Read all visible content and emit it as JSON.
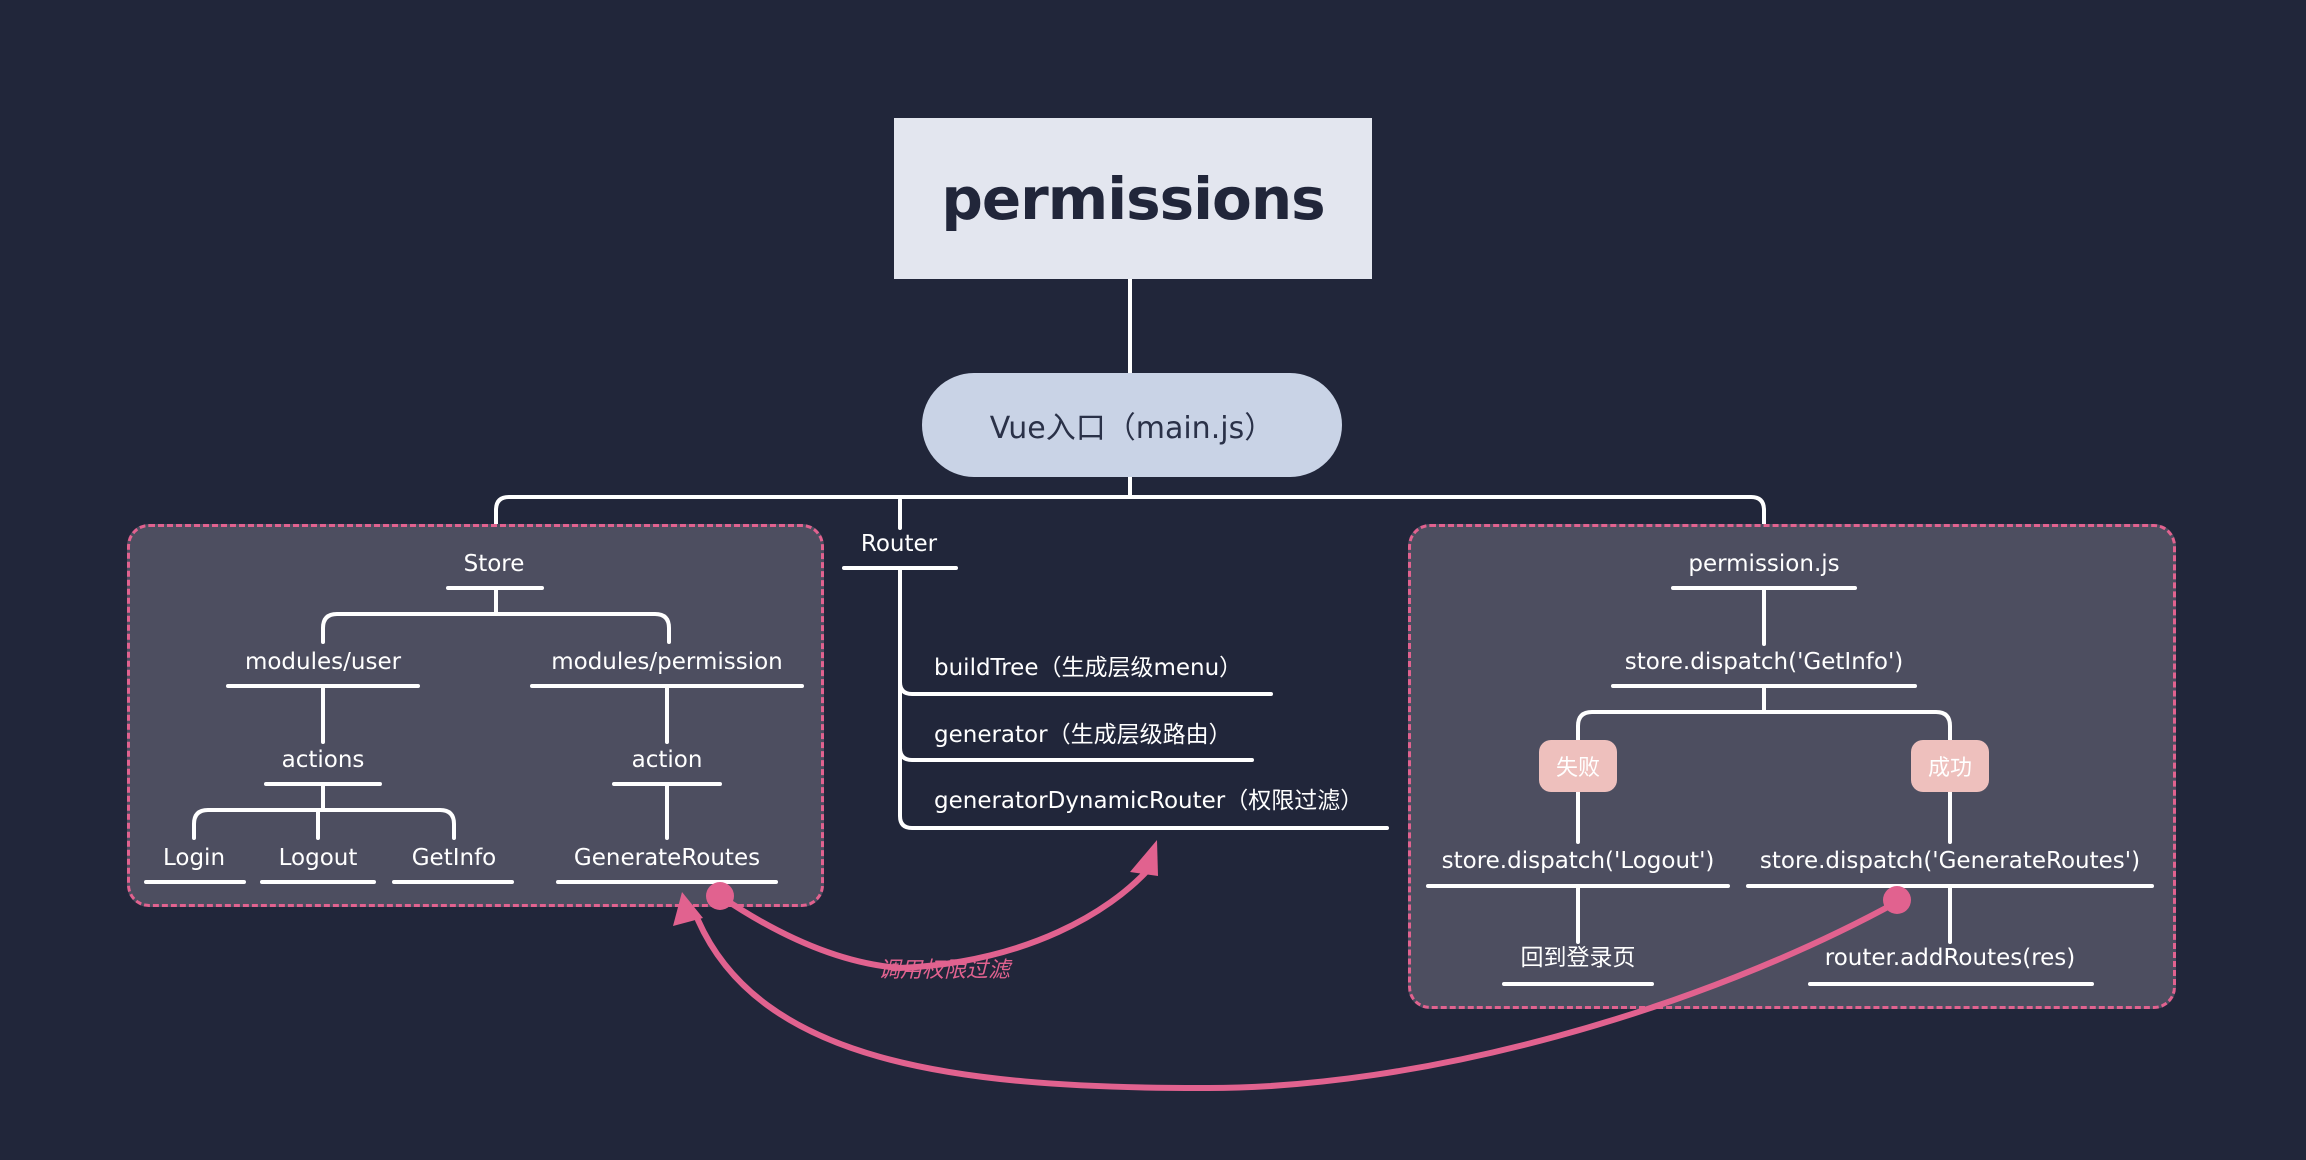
{
  "title": "permissions",
  "entry": "Vue入口（main.js）",
  "store": {
    "label": "Store",
    "user_module": "modules/user",
    "user_actions": "actions",
    "user_action_items": [
      "Login",
      "Logout",
      "GetInfo"
    ],
    "permission_module": "modules/permission",
    "permission_action": "action",
    "permission_action_item": "GenerateRoutes"
  },
  "router": {
    "label": "Router",
    "items": [
      "buildTree（生成层级menu）",
      "generator（生成层级路由）",
      "generatorDynamicRouter（权限过滤）"
    ]
  },
  "permission_js": {
    "label": "permission.js",
    "dispatch_getinfo": "store.dispatch('GetInfo')",
    "fail_badge": "失败",
    "success_badge": "成功",
    "dispatch_logout": "store.dispatch('Logout')",
    "dispatch_generate": "store.dispatch('GenerateRoutes')",
    "back_to_login": "回到登录页",
    "add_routes": "router.addRoutes(res)"
  },
  "call_label": "调用权限过滤",
  "colors": {
    "background": "#21263a",
    "root_box": "#e3e6ef",
    "entry_pill": "#c9d3e6",
    "group_fill": "#4d4e60",
    "accent_pink": "#e1628f",
    "badge": "#eec0bd",
    "line": "#ffffff"
  }
}
